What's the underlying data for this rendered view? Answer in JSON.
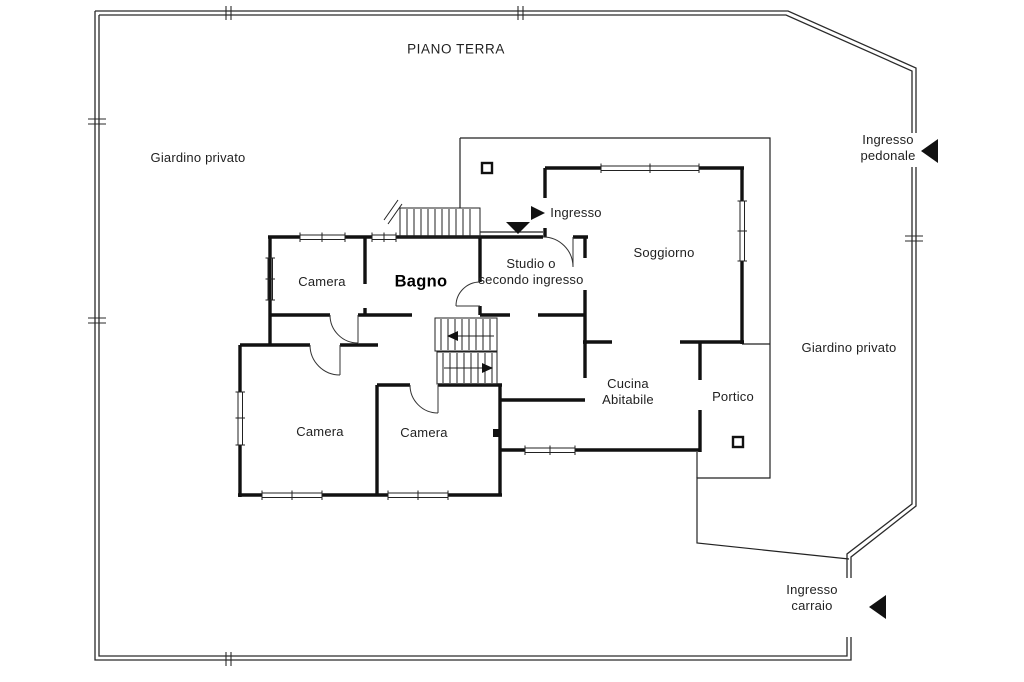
{
  "page": {
    "title": "PIANO TERRA"
  },
  "labels": {
    "garden_left": "Giardino privato",
    "garden_right": "Giardino privato",
    "pedestrian_entrance": "Ingresso\npedonale",
    "driveway_entrance": "Ingresso\ncarraio",
    "entrance": "Ingresso",
    "living_room": "Soggiorno",
    "study": "Studio o\nsecondo ingresso",
    "bathroom": "Bagno",
    "bedroom_top": "Camera",
    "bedroom_bottom_left": "Camera",
    "bedroom_bottom_middle": "Camera",
    "kitchen": "Cucina\nAbitabile",
    "porch": "Portico"
  },
  "colors": {
    "ink": "#1f1f1f",
    "background": "#ffffff"
  }
}
